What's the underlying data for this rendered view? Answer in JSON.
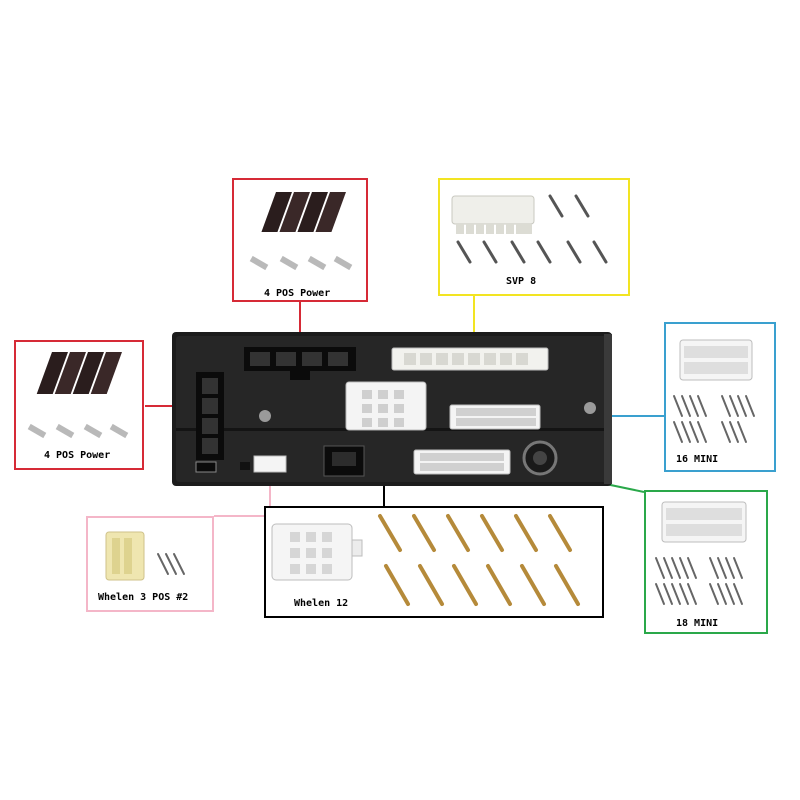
{
  "callouts": {
    "power_top": {
      "label": "4 POS Power",
      "color": "#d62a36"
    },
    "power_left": {
      "label": "4 POS Power",
      "color": "#d62a36"
    },
    "svp8": {
      "label": "SVP 8",
      "color": "#f2e422"
    },
    "mini16": {
      "label": "16 MINI",
      "color": "#3aa0cf"
    },
    "mini18": {
      "label": "18 MINI",
      "color": "#2aa84a"
    },
    "whelen12": {
      "label": "Whelen 12",
      "color": "#000000"
    },
    "whelen3": {
      "label": "Whelen 3 POS #2",
      "color": "#f4b6c8"
    }
  }
}
